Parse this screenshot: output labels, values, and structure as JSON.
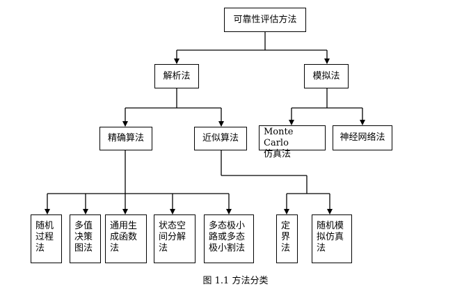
{
  "diagram": {
    "root": "可靠性评估方法",
    "analytic": "解析法",
    "simulation": "模拟法",
    "exact": "精确算法",
    "approx": "近似算法",
    "monte_carlo": "Monte Carlo\n仿真法",
    "neural": "神经网络法",
    "random_process": "随机\n过程\n法",
    "multivalue": "多值\n决策\n图法",
    "generating": "通用生\n成函数\n法",
    "state_space": "状态空\n间分解\n法",
    "minpath": "多态极小\n路或多态\n极小割法",
    "bounds": "定\n界\n法",
    "random_sim": "随机模\n拟仿真\n法"
  },
  "caption": "图 1.1 方法分类"
}
